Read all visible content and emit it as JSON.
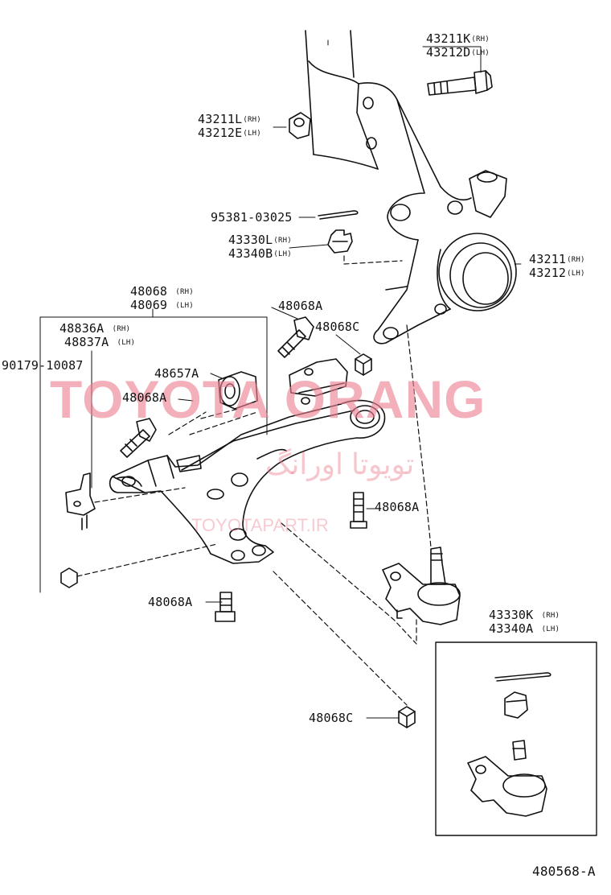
{
  "watermark": {
    "main": "TOYOTA ORANG",
    "persian": "تویوتا اورانگ",
    "url": "TOYOTAPART.IR"
  },
  "diagram_code": "480568-A",
  "labels": {
    "bolt_rh": "43211K",
    "bolt_rh_side": "(RH)",
    "bolt_lh": "43212D",
    "bolt_lh_side": "(LH)",
    "nut_rh": "43211L",
    "nut_rh_side": "(RH)",
    "nut_lh": "43212E",
    "nut_lh_side": "(LH)",
    "cotter_pin": "95381-03025",
    "castle_nut_rh": "43330L",
    "castle_nut_rh_side": "(RH)",
    "castle_nut_lh": "43340B",
    "castle_nut_lh_side": "(LH)",
    "knuckle_rh": "43211",
    "knuckle_rh_side": "(RH)",
    "knuckle_lh": "43212",
    "knuckle_lh_side": "(LH)",
    "arm_rh": "48068",
    "arm_rh_side": "(RH)",
    "arm_lh": "48069",
    "arm_lh_side": "(LH)",
    "bolt_a_top": "48068A",
    "nut_c_top": "48068C",
    "bracket_rh": "48836A",
    "bracket_rh_side": "(RH)",
    "bracket_lh": "48837A",
    "bracket_lh_side": "(LH)",
    "nut_90179": "90179-10087",
    "bushing": "48657A",
    "bolt_a_left": "48068A",
    "bolt_a_right": "48068A",
    "bolt_a_bottom": "48068A",
    "nut_c_bottom": "48068C",
    "ball_joint_rh": "43330K",
    "ball_joint_rh_side": "(RH)",
    "ball_joint_lh": "43340A",
    "ball_joint_lh_side": "(LH)"
  }
}
